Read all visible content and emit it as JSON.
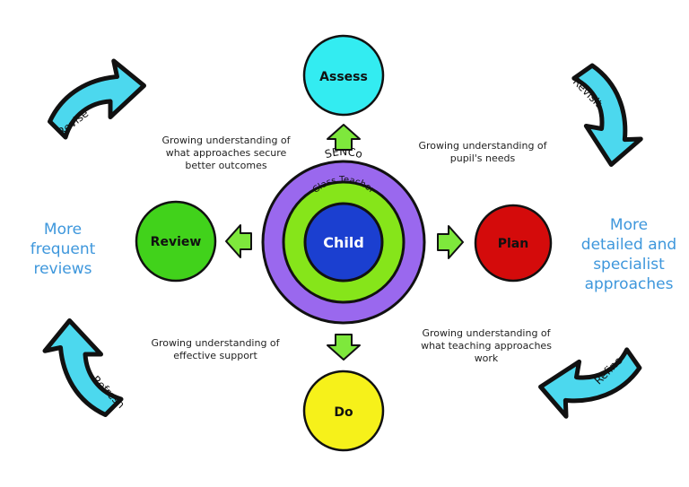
{
  "stages": {
    "assess": "Assess",
    "plan": "Plan",
    "do": "Do",
    "review": "Review"
  },
  "center": {
    "senco": "SENCo",
    "class_teacher": "Class Teacher",
    "child": "Child"
  },
  "notes": {
    "top_left": [
      "Growing understanding of",
      "what approaches secure",
      "better outcomes"
    ],
    "top_right": [
      "Growing understanding of",
      "pupil's needs"
    ],
    "bottom_left": [
      "Growing understanding of",
      "effective support"
    ],
    "bottom_right": [
      "Growing understanding of",
      "what teaching approaches",
      "work"
    ]
  },
  "side_notes": {
    "left": [
      "More",
      "frequent",
      "reviews"
    ],
    "right": [
      "More",
      "detailed and",
      "specialist",
      "approaches"
    ]
  },
  "cycle_arrows": {
    "top_left": "Revise",
    "top_right": "Revisit",
    "bottom_right": "Refine",
    "bottom_left": "Refresh"
  },
  "colors": {
    "assess": "#33ecf1",
    "plan": "#d40b0b",
    "do": "#f6f11a",
    "review": "#41d21b",
    "senco_ring": "#9a68ee",
    "class_teacher_ring": "#86e51a",
    "child": "#1b3fd0",
    "green_arrow": "#7ee83c",
    "cyan_arrow": "#4cd8ee",
    "side_text": "#3e97dc"
  }
}
